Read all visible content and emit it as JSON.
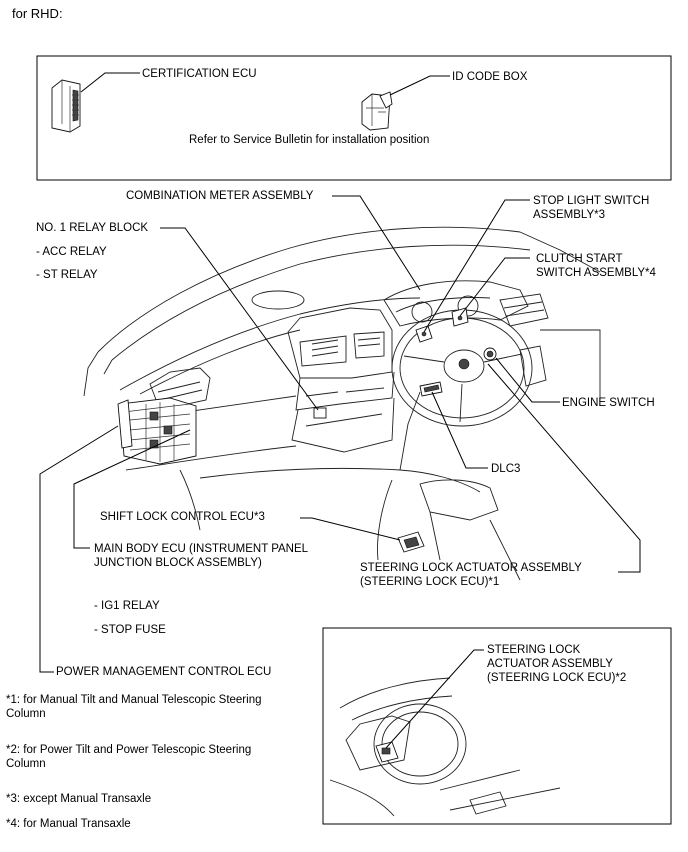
{
  "header": {
    "title": "for RHD:"
  },
  "inset_top": {
    "labels": {
      "certification_ecu": "CERTIFICATION ECU",
      "id_code_box": "ID CODE BOX",
      "note": "Refer to Service Bulletin for installation position"
    }
  },
  "main": {
    "labels": {
      "combination_meter": "COMBINATION METER ASSEMBLY",
      "relay_block": "NO. 1 RELAY BLOCK",
      "acc_relay": "- ACC RELAY",
      "st_relay": "- ST RELAY",
      "stop_light_switch_1": "STOP LIGHT SWITCH",
      "stop_light_switch_2": "ASSEMBLY*3",
      "clutch_start_1": "CLUTCH START",
      "clutch_start_2": "SWITCH ASSEMBLY*4",
      "engine_switch": "ENGINE SWITCH",
      "dlc3": "DLC3",
      "shift_lock": "SHIFT LOCK CONTROL ECU*3",
      "main_body_1": "MAIN BODY ECU (INSTRUMENT PANEL",
      "main_body_2": "JUNCTION BLOCK ASSEMBLY)",
      "steering_lock_1_line1": "STEERING LOCK ACTUATOR ASSEMBLY",
      "steering_lock_1_line2": "(STEERING LOCK ECU)*1",
      "ig1_relay": "- IG1 RELAY",
      "stop_fuse": "- STOP FUSE",
      "power_mgmt": "POWER MANAGEMENT CONTROL ECU"
    }
  },
  "inset_bottom": {
    "labels": {
      "line1": "STEERING LOCK",
      "line2": "ACTUATOR ASSEMBLY",
      "line3": "(STEERING LOCK ECU)*2"
    }
  },
  "footnotes": {
    "fn1_a": "*1: for Manual Tilt and Manual Telescopic Steering",
    "fn1_b": "Column",
    "fn2_a": "*2: for Power Tilt and Power Telescopic Steering",
    "fn2_b": "Column",
    "fn3": "*3: except Manual Transaxle",
    "fn4": "*4: for Manual Transaxle"
  }
}
